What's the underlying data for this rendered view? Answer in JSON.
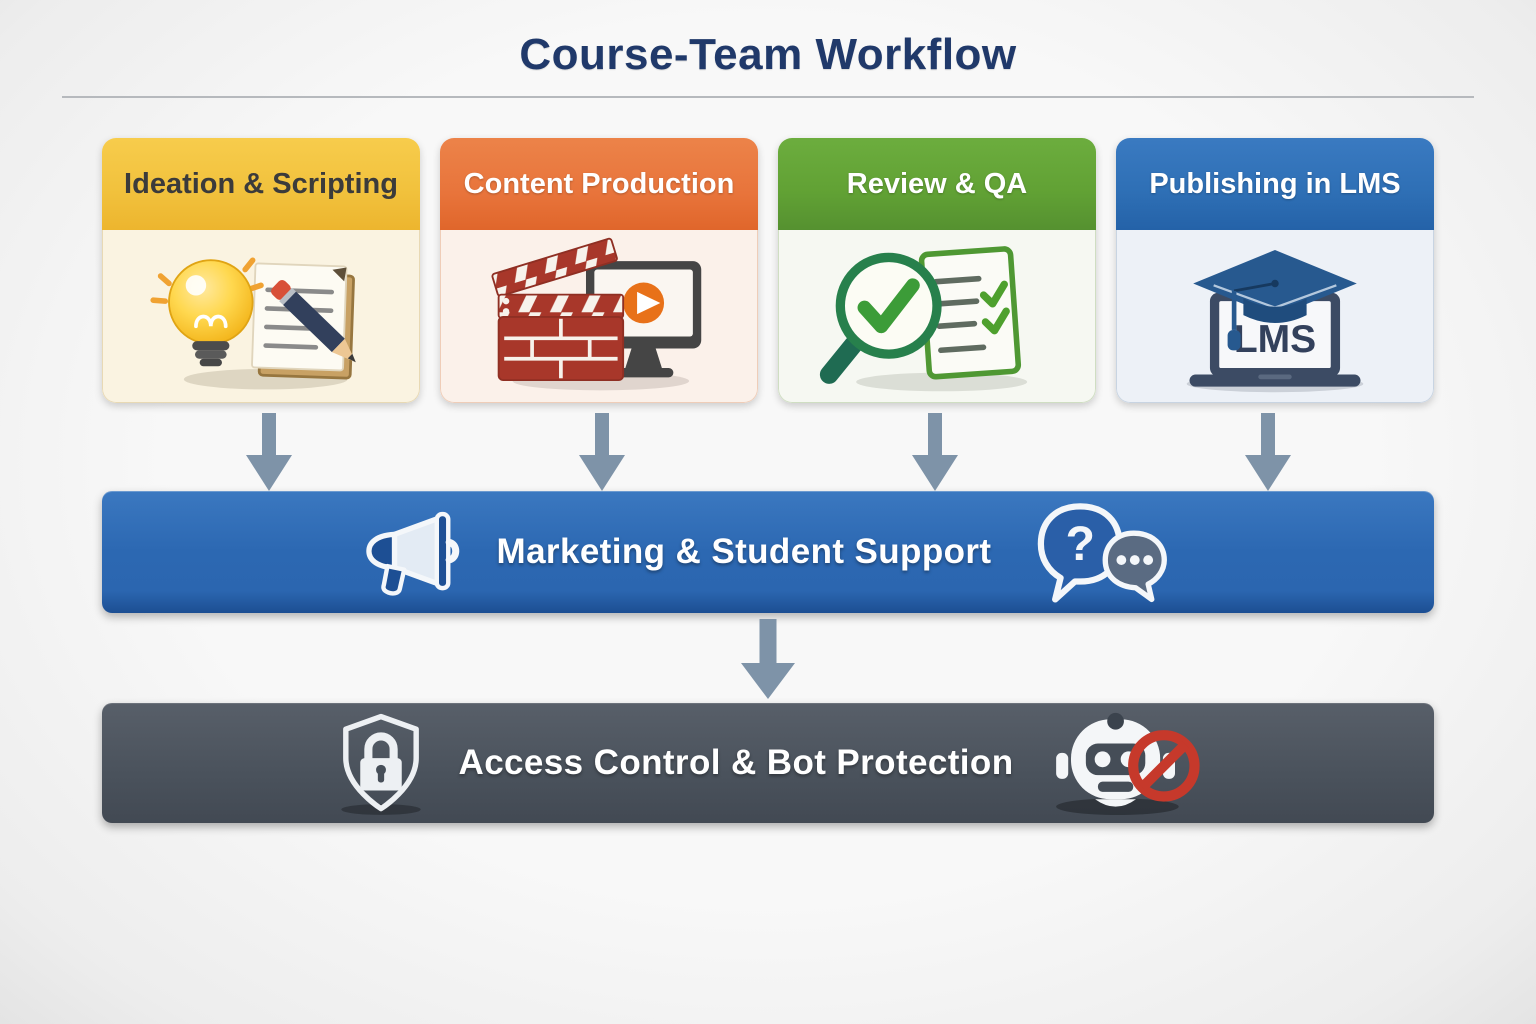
{
  "title": "Course-Team Workflow",
  "stages": [
    {
      "label": "Ideation & Scripting",
      "icon": "lightbulb-notepad-icon",
      "header_color": "#F1C13C",
      "text_color": "#3B3B3B"
    },
    {
      "label": "Content Production",
      "icon": "clapperboard-monitor-icon",
      "header_color": "#E8743B",
      "text_color": "#FFFFFF"
    },
    {
      "label": "Review & QA",
      "icon": "magnifier-checklist-icon",
      "header_color": "#61A134",
      "text_color": "#FFFFFF"
    },
    {
      "label": "Publishing in LMS",
      "icon": "gradcap-laptop-icon",
      "header_color": "#2E6FB5",
      "text_color": "#FFFFFF",
      "screen_text": "LMS"
    }
  ],
  "banners": {
    "marketing": {
      "label": "Marketing & Student Support",
      "color": "#2B66B0",
      "left_icon": "megaphone-icon",
      "right_icon": "chat-bubbles-icon",
      "question_glyph": "?"
    },
    "security": {
      "label": "Access Control & Bot Protection",
      "color": "#4A525C",
      "left_icon": "shield-lock-icon",
      "right_icon": "robot-blocked-icon"
    }
  },
  "accents": {
    "title_color": "#20396A",
    "arrow_color": "#7E93A8",
    "prohibition_red": "#C6392B"
  }
}
